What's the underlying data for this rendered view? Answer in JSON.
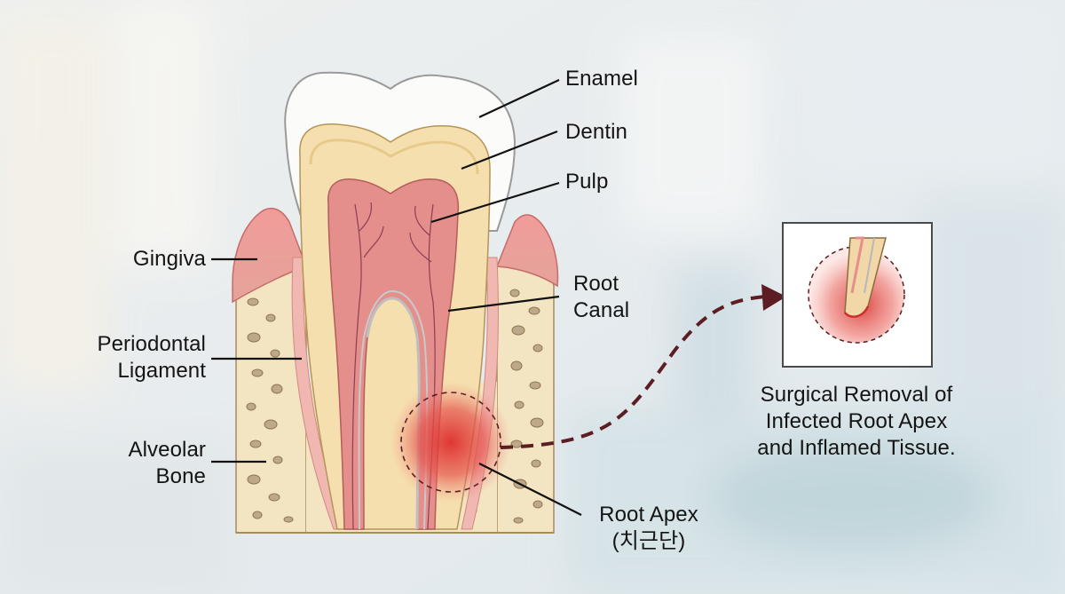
{
  "labels": {
    "enamel": "Enamel",
    "dentin": "Dentin",
    "pulp": "Pulp",
    "root_canal_line1": "Root",
    "root_canal_line2": "Canal",
    "gingiva": "Gingiva",
    "periodontal_line1": "Periodontal",
    "periodontal_line2": "Ligament",
    "alveolar_line1": "Alveolar",
    "alveolar_line2": "Bone",
    "root_apex_line1": "Root Apex",
    "root_apex_line2": "(치근단)"
  },
  "caption": {
    "line1": "Surgical Removal of",
    "line2": "Infected Root Apex",
    "line3": "and Inflamed Tissue."
  },
  "colors": {
    "enamel": "#fbfbf9",
    "dentin": "#f5dfae",
    "pulp": "#e58f8c",
    "gingiva": "#eda0a0",
    "bone": "#f3e4c2",
    "inflammation": "#e0322f",
    "arrow": "#5c1e22",
    "leader": "#111111"
  },
  "icons": [
    "dashed-curved-arrow-icon",
    "zoom-inset-icon"
  ]
}
